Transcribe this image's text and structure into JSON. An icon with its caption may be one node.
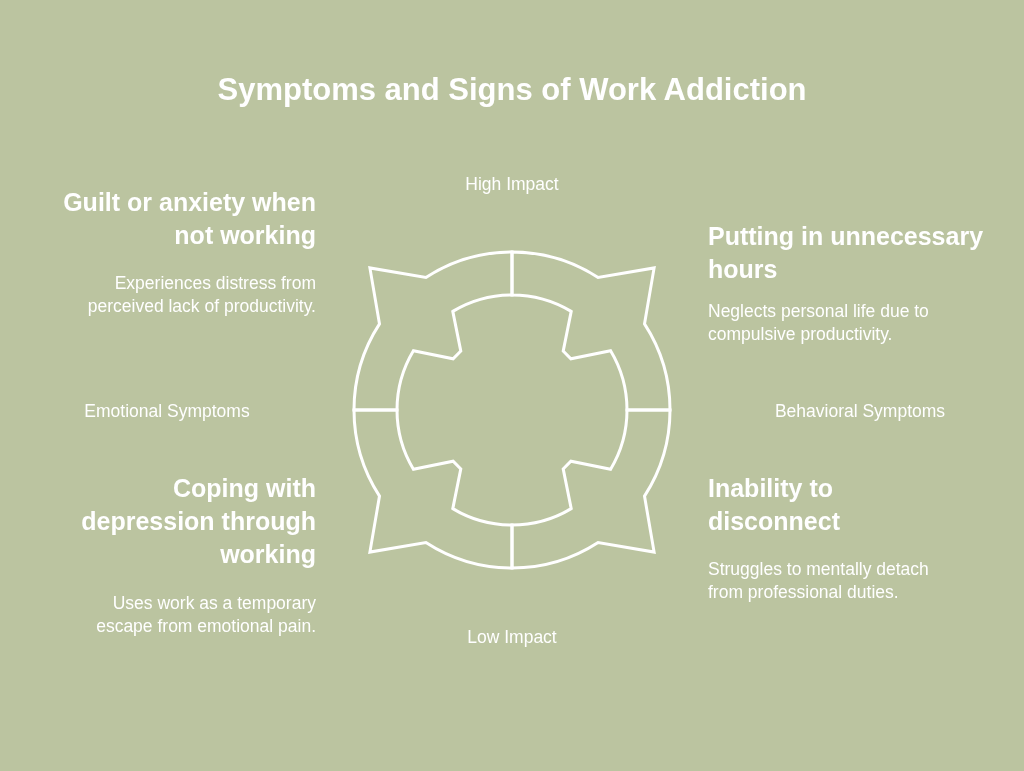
{
  "diagram": {
    "title": "Symptoms and Signs of Work Addiction",
    "labels": [
      "High Impact",
      "Guilt or anxiety when not working",
      "Putting in unnecessary hours",
      "Experiences distress from perceived lack of productivity.",
      "Neglects personal life due to compulsive productivity.",
      "Emotional Symptoms",
      "Behavioral Symptoms",
      "Coping with depression through working",
      "Inability to disconnect",
      "Uses work as a temporary escape from emotional pain.",
      "Struggles to mentally detach from professional duties.",
      "Low Impact"
    ]
  }
}
